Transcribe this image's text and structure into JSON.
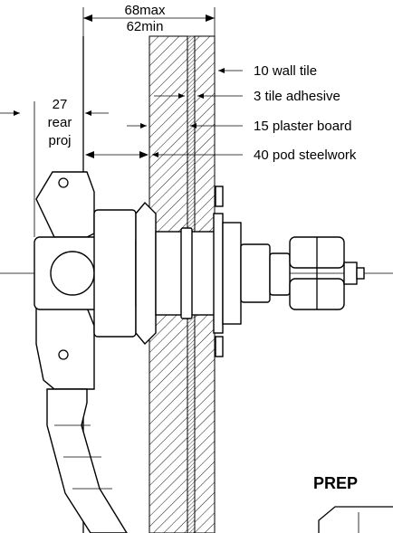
{
  "dimensions": {
    "overall_max": "68max",
    "overall_min": "62min",
    "rear_proj_value": "27",
    "rear_proj_word1": "rear",
    "rear_proj_word2": "proj"
  },
  "callouts": [
    {
      "key": "wall_tile",
      "text": "10 wall tile"
    },
    {
      "key": "tile_adhesive",
      "text": "3 tile adhesive"
    },
    {
      "key": "plaster_board",
      "text": "15 plaster board"
    },
    {
      "key": "pod_steelwork",
      "text": "40 pod steelwork"
    }
  ],
  "section_heading": "PREP"
}
